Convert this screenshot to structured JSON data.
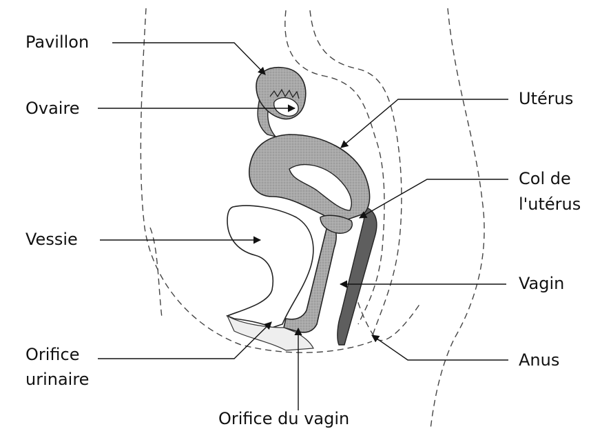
{
  "labels": {
    "pavillon": "Pavillon",
    "ovaire": "Ovaire",
    "vessie": "Vessie",
    "orifice_urinaire_1": "Orifice",
    "orifice_urinaire_2": "urinaire",
    "orifice_vagin": "Orifice du vagin",
    "uterus": "Utérus",
    "col_1": "Col de",
    "col_2": "l'utérus",
    "vagin": "Vagin",
    "anus": "Anus"
  }
}
